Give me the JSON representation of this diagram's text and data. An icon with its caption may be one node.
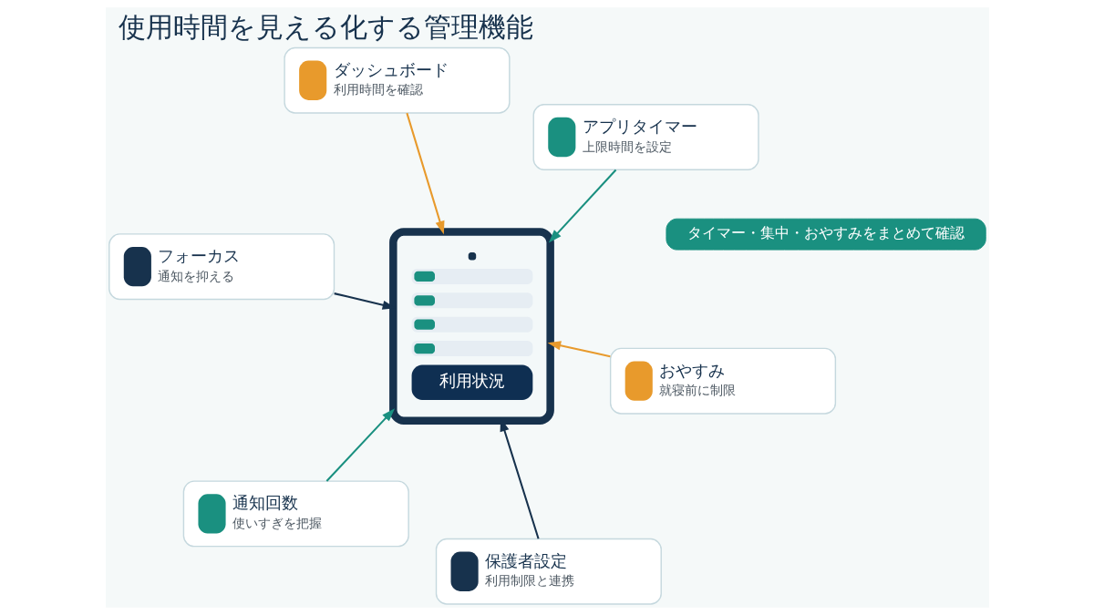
{
  "diagram": {
    "title": "使用時間を見える化する管理機能",
    "nodes": [
      {
        "text": [
          "タイマー・集中・おやすみをまとめて確認"
        ]
      },
      {
        "text": [
          "ダッシュボード",
          "利用時間を確認"
        ]
      },
      {
        "text": [
          "利用状況"
        ]
      },
      {
        "text": [
          "アプリタイマー",
          "上限時間を設定"
        ]
      },
      {
        "text": [
          "フォーカス",
          "通知を抑える"
        ]
      },
      {
        "text": [
          "おやすみ",
          "就寝前に制限"
        ]
      },
      {
        "text": [
          "通知回数",
          "使いすぎを把握"
        ]
      },
      {
        "text": [
          "保護者設定",
          "利用制限と連携"
        ]
      }
    ],
    "edges": [
      {
        "from": 1,
        "to": 2,
        "arrow": "to",
        "color": "#e89a2c"
      },
      {
        "from": 3,
        "to": 2,
        "arrow": "to",
        "color": "#1a9080"
      },
      {
        "from": 4,
        "to": 2,
        "arrow": "to",
        "color": "#17324d"
      },
      {
        "from": 5,
        "to": 2,
        "arrow": "to",
        "color": "#e89a2c"
      },
      {
        "from": 6,
        "to": 2,
        "arrow": "to",
        "color": "#1a9080"
      },
      {
        "from": 7,
        "to": 2,
        "arrow": "to",
        "color": "#17324d"
      }
    ]
  }
}
